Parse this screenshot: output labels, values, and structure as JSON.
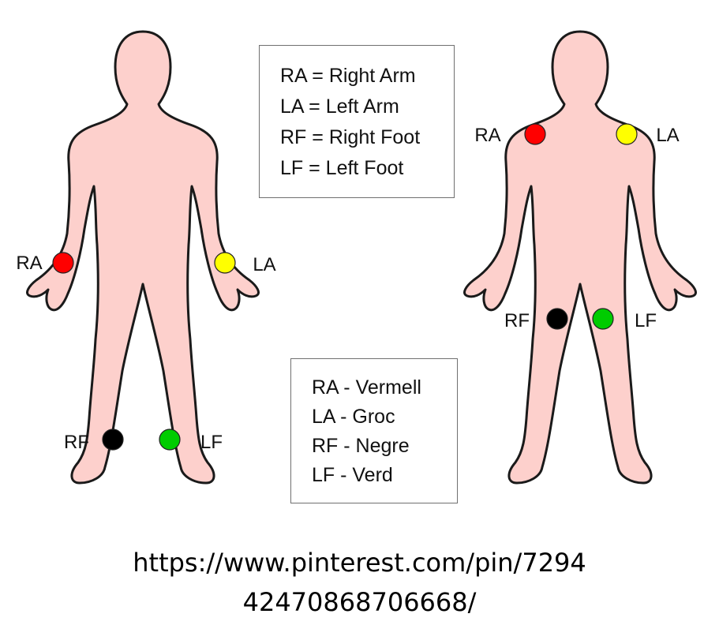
{
  "figures": [
    {
      "id": "front-wrists-ankles",
      "electrodes": [
        {
          "label": "RA",
          "color": "#ff0000"
        },
        {
          "label": "LA",
          "color": "#ffff00"
        },
        {
          "label": "RF",
          "color": "#000000"
        },
        {
          "label": "LF",
          "color": "#00cc00"
        }
      ]
    },
    {
      "id": "front-torso",
      "electrodes": [
        {
          "label": "RA",
          "color": "#ff0000"
        },
        {
          "label": "LA",
          "color": "#ffff00"
        },
        {
          "label": "RF",
          "color": "#000000"
        },
        {
          "label": "LF",
          "color": "#00cc00"
        }
      ]
    }
  ],
  "body_color": "#fdd0cc",
  "legend_abbreviations": [
    "RA = Right Arm",
    "LA = Left Arm",
    "RF = Right Foot",
    "LF = Left Foot"
  ],
  "legend_colors": [
    "RA - Vermell",
    "LA - Groc",
    "RF - Negre",
    "LF - Verd"
  ],
  "source": {
    "line1": "https://www.pinterest.com/pin/7294",
    "line2": "42470868706668/"
  }
}
